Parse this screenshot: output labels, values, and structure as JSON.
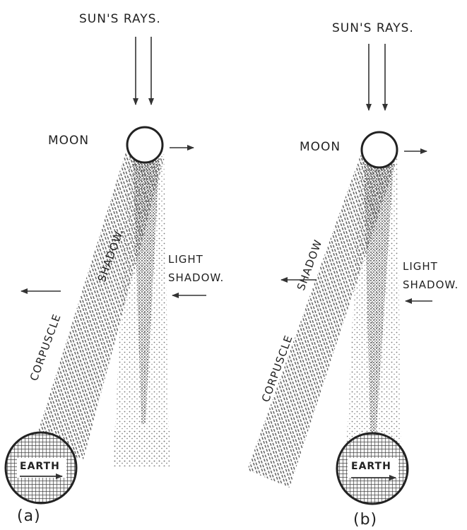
{
  "panels": [
    {
      "id": "a",
      "panel_label": "(a)",
      "sun_rays": "SUN'S RAYS.",
      "moon": "MOON",
      "light_shadow_line1": "LIGHT",
      "light_shadow_line2": "SHADOW.",
      "corpuscle": "CORPUSCLE",
      "shadow": "SHADOW.",
      "earth": "EARTH"
    },
    {
      "id": "b",
      "panel_label": "(b)",
      "sun_rays": "SUN'S RAYS.",
      "moon": "MOON",
      "light_shadow_line1": "LIGHT",
      "light_shadow_line2": "SHADOW.",
      "corpuscle": "CORPUSCLE",
      "shadow": "SHADOW",
      "earth": "EARTH"
    }
  ]
}
